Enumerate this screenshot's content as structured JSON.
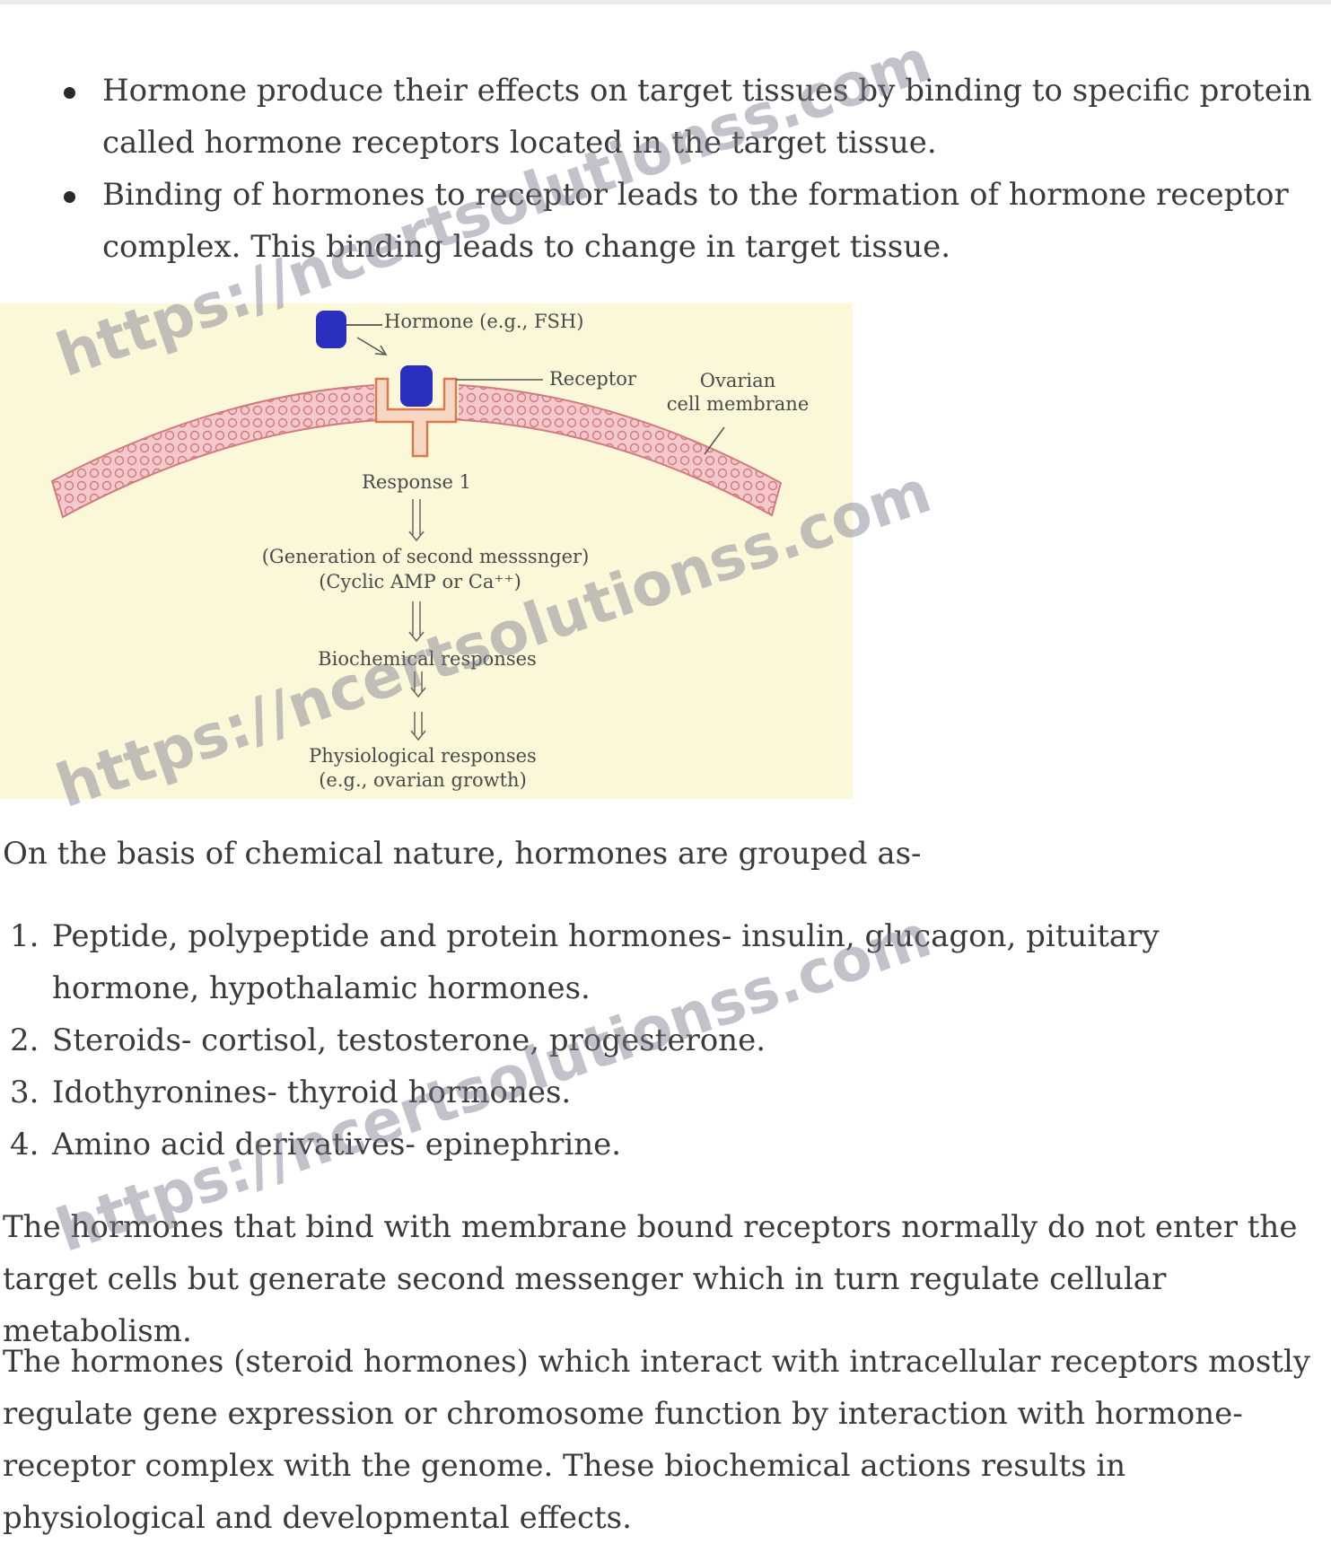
{
  "bullets": [
    "Hormone produce their effects on target tissues by binding to specific protein called hormone receptors located in the target tissue.",
    "Binding of hormones to receptor leads to the formation of hormone receptor complex. This binding leads to change in target tissue."
  ],
  "figure": {
    "hormone_label": "Hormone (e.g., FSH)",
    "receptor_label": "Receptor",
    "membrane_label_1": "Ovarian",
    "membrane_label_2": "cell membrane",
    "response_1": "Response 1",
    "second_messenger_1": "(Generation of second messsnger)",
    "second_messenger_2": "(Cyclic AMP or Ca⁺⁺)",
    "biochemical": "Biochemical responses",
    "physiological_1": "Physiological responses",
    "physiological_2": "(e.g., ovarian growth)"
  },
  "intro_text": "On the basis of chemical nature, hormones are grouped as-",
  "hormone_types": [
    "Peptide, polypeptide and protein hormones- insulin, glucagon, pituitary hormone, hypothalamic hormones.",
    "Steroids- cortisol, testosterone, progesterone.",
    "Idothyronines- thyroid hormones.",
    "Amino acid derivatives- epinephrine."
  ],
  "type_numbers": [
    "1.",
    "2.",
    "3.",
    "4."
  ],
  "paragraph_membrane": "The hormones that bind with membrane bound receptors normally do not enter the target cells but generate second messenger which in turn regulate cellular metabolism.",
  "paragraph_steroid": "The hormones (steroid hormones) which interact with intracellular receptors mostly regulate gene expression or chromosome function by interaction with hormone-receptor complex with the genome. These biochemical actions results in physiological and developmental effects.",
  "watermark": "https://ncertsolutionss.com",
  "colors": {
    "text": "#3a3a3a",
    "figure_bg": "#fbf7d9",
    "membrane": "#f3c9cc",
    "membrane_outline": "#d27a80",
    "hormone": "#2b2fbf",
    "receptor": "#d97a4d"
  }
}
